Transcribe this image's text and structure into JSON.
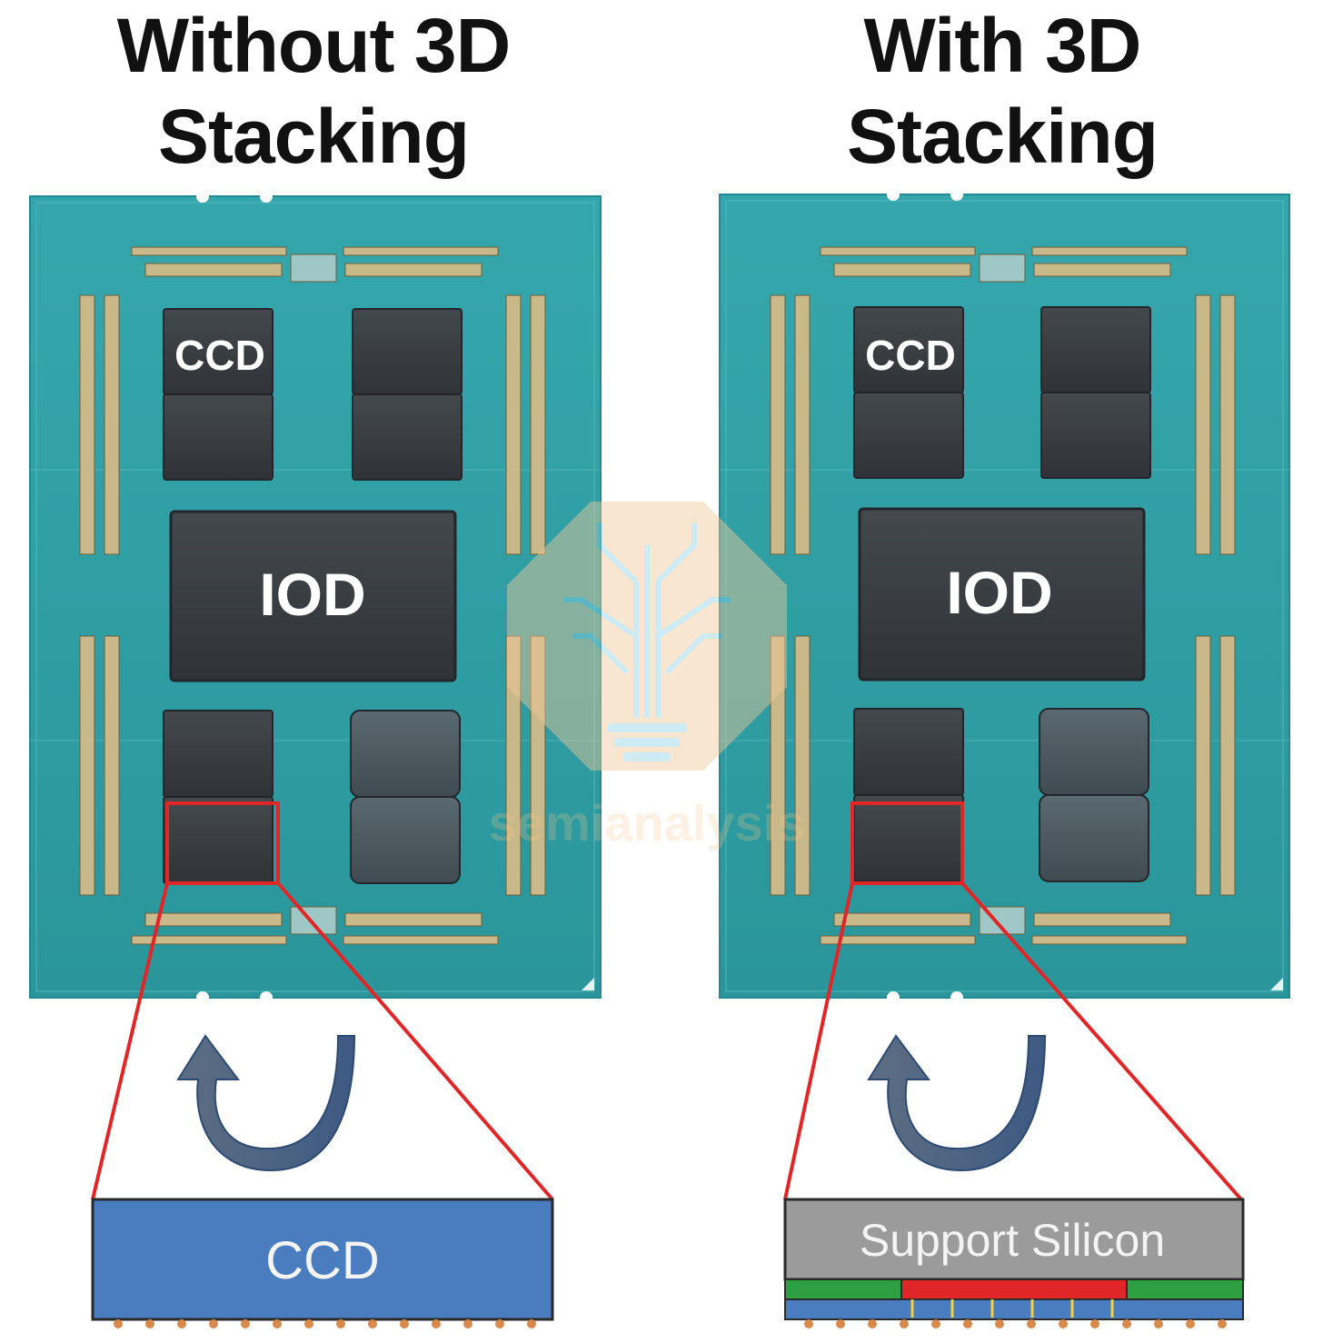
{
  "panels": [
    {
      "title_line1": "Without 3D",
      "title_line2": "Stacking",
      "die_label_ccd": "CCD",
      "die_label_iod": "IOD",
      "stack_label": "CCD"
    },
    {
      "title_line1": "With 3D",
      "title_line2": "Stacking",
      "die_label_ccd": "CCD",
      "die_label_iod": "IOD",
      "stack_label": "Support Silicon"
    }
  ],
  "watermark": {
    "text": "semianalysis"
  },
  "colors": {
    "substrate": "#2f9ea3",
    "substrate_edge": "#1f8a90",
    "die": "#3b3f44",
    "callout_red": "#e02626",
    "ccd_stack_blue": "#4a7cc0",
    "support_silicon_gray": "#9b9b9b",
    "arrow_blue": "#4a6f9e"
  }
}
